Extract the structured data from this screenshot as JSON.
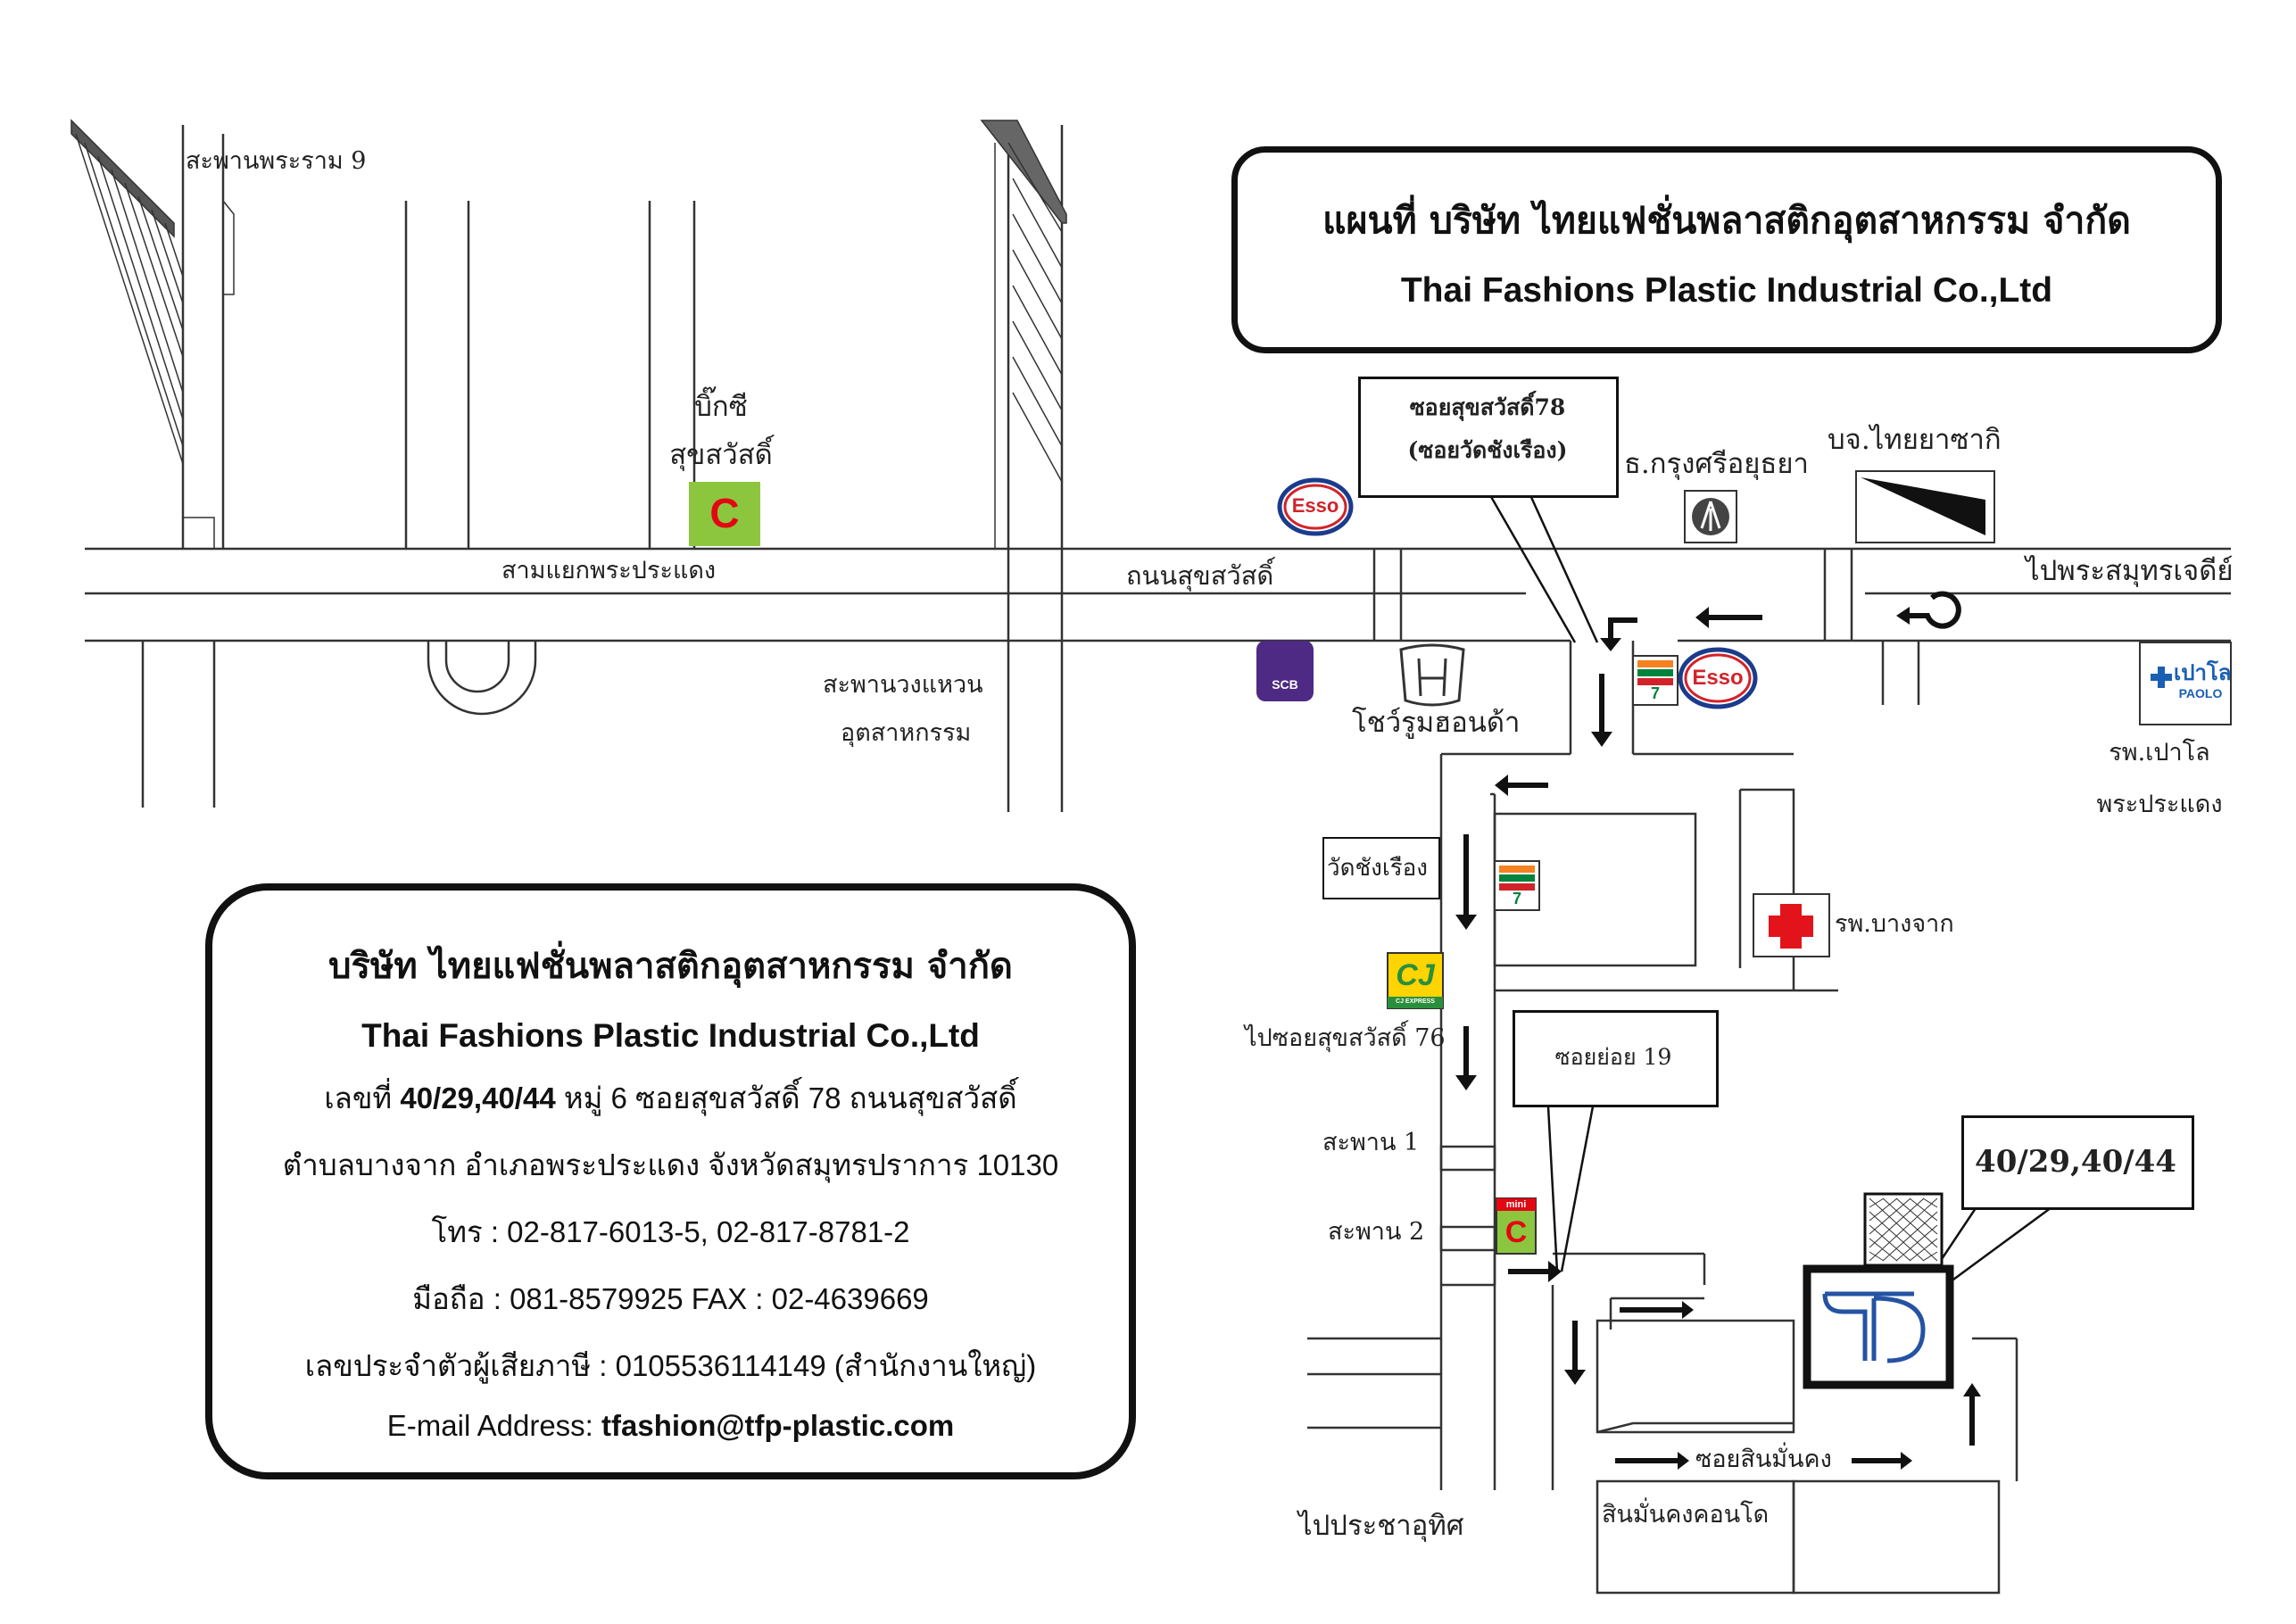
{
  "title": {
    "thai": "แผนที่ บริษัท ไทยแฟชั่นพลาสติกอุตสาหกรรม จำกัด",
    "english": "Thai Fashions Plastic Industrial Co.,Ltd"
  },
  "company": {
    "thai_name": "บริษัท ไทยแฟชั่นพลาสติกอุตสาหกรรม จำกัด",
    "english_name": "Thai Fashions Plastic Industrial Co.,Ltd",
    "address_prefix": "เลขที่",
    "address_number": "40/29,40/44",
    "address_rest": "หมู่ 6 ซอยสุขสวัสดิ์ 78 ถนนสุขสวัสดิ์",
    "address_line2": "ตำบลบางจาก  อำเภอพระประแดง จังหวัดสมุทรปราการ 10130",
    "phone": "โทร : 02-817-6013-5, 02-817-8781-2",
    "mobile_fax": "มือถือ : 081-8579925 FAX : 02-4639669",
    "tax_id": "เลขประจำตัวผู้เสียภาษี : 0105536114149 (สำนักงานใหญ่)",
    "email_label": "E-mail Address:",
    "email": "tfashion@tfp-plastic.com"
  },
  "labels": {
    "rama9_bridge": "สะพานพระราม 9",
    "bigc_line1": "บิ๊กซี",
    "bigc_line2": "สุขสวัสดิ์",
    "sam_yaek": "สามแยกพระประแดง",
    "suksawat_road": "ถนนสุขสวัสดิ์",
    "ring_bridge_line1": "สะพานวงแหวน",
    "ring_bridge_line2": "อุตสาหกรรม",
    "soi78_line1": "ซอยสุขสวัสดิ์78",
    "soi78_line2": "(ซอยวัดชังเรือง)",
    "krungsri": "ธ.กรุงศรีอยุธยา",
    "thai_yazaki": "บจ.ไทยยาซากิ",
    "to_phra_samut_chedi": "ไปพระสมุทรเจดีย์",
    "honda_showroom": "โชว์รูมฮอนด้า",
    "paolo_line1": "รพ.เปาโล",
    "paolo_line2": "พระประแดง",
    "wat_chang_ruang": "วัดชังเรือง",
    "bang_chak_hospital": "รพ.บางจาก",
    "to_soi76": "ไปซอยสุขสวัสดิ์ 76",
    "soi_yoi_19": "ซอยย่อย 19",
    "bridge1": "สะพาน 1",
    "bridge2": "สะพาน 2",
    "callout_address": "40/29,40/44",
    "soi_sinmankong": "ซอยสินมั่นคง",
    "to_pracha_uthit": "ไปประชาอุทิศ",
    "sinmankong_condo": "สินมั่นคงคอนโด"
  },
  "brands": {
    "esso": "Esso",
    "bigc": "C",
    "scb": "SCB",
    "seven_eleven": "7",
    "cj": "CJ",
    "cj_sub": "CJ EXPRESS",
    "mini_bigc": "mini",
    "paolo_th": "เปาโล",
    "paolo_en": "PAOLO",
    "tfp_logo": "TP"
  },
  "colors": {
    "esso_red": "#d2232a",
    "esso_blue": "#1b3c8c",
    "bigc_green": "#8cc63f",
    "bigc_red": "#e30613",
    "scb_purple": "#4e2a84",
    "cross_red": "#e3131b",
    "seven_green": "#00843d",
    "seven_orange": "#f58220",
    "cj_yellow": "#ffd400",
    "tfp_blue": "#2553a3",
    "paolo_blue": "#1a5fb4"
  }
}
